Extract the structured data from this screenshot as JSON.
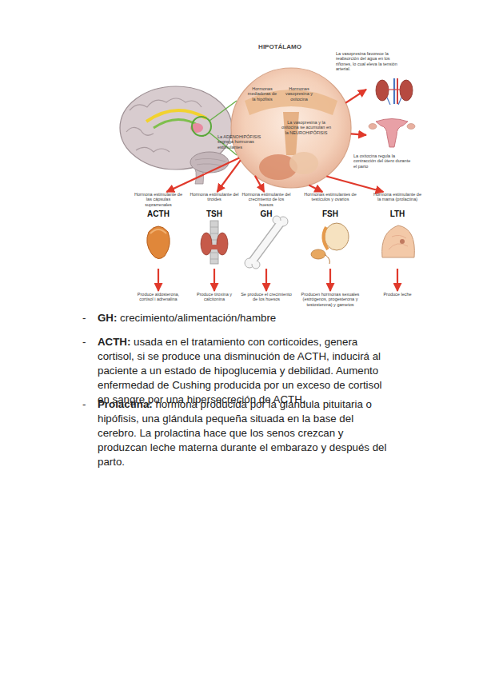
{
  "diagram": {
    "nodes": [
      {
        "text": [
          "HIPOTÁLAMO",
          "Hormonas mediadoras de la hipófisis",
          "Hormonas vasopresina y oxitocina",
          "La vasopresina y la oxitocina se acumulan en la NEUROHIPÓFISIS",
          "La ADENOHIPÓFISIS segrega hormonas estimulantes"
        ]
      },
      {
        "text": [
          "La vasopresina favorece la reabsorción del agua en los riñones, lo cual eleva la tensión arterial."
        ]
      },
      {
        "text": [
          "La oxitocina regula la contracción del útero durante el parto"
        ]
      },
      {
        "text": [
          "Hormona estimulante de las cápsulas suprarrenales",
          "ACTH"
        ]
      },
      {
        "text": [
          "Hormona estimulante del tiroides",
          "TSH"
        ]
      },
      {
        "text": [
          "Hormona estimulante del crecimiento de los huesos",
          "GH"
        ]
      },
      {
        "text": [
          "Hormonas estimulantes de testículos y ovarios",
          "FSH"
        ]
      },
      {
        "text": [
          "Hormona estimulante de la mama (prolactina)",
          "LTH"
        ]
      },
      {
        "text": [
          "Produce aldosterona, cortisol i adrenalina"
        ]
      },
      {
        "text": [
          "Produce tiroxina y calcitonina"
        ]
      },
      {
        "text": [
          "Se produce el crecimiento de los huesos"
        ]
      },
      {
        "text": [
          "Producen hormonas sexuales (estrógenos, progesterona y testosterona) y gametos"
        ]
      },
      {
        "text": [
          "Produce leche"
        ]
      }
    ],
    "edges": [
      {
        "from": 0,
        "to": 1,
        "arrow": "to"
      },
      {
        "from": 0,
        "to": 2,
        "arrow": "to"
      },
      {
        "from": 0,
        "to": 3,
        "arrow": "to"
      },
      {
        "from": 0,
        "to": 4,
        "arrow": "to"
      },
      {
        "from": 0,
        "to": 5,
        "arrow": "to"
      },
      {
        "from": 0,
        "to": 6,
        "arrow": "to"
      },
      {
        "from": 0,
        "to": 7,
        "arrow": "to"
      },
      {
        "from": 3,
        "to": 8,
        "arrow": "to"
      },
      {
        "from": 4,
        "to": 9,
        "arrow": "to"
      },
      {
        "from": 5,
        "to": 10,
        "arrow": "to"
      },
      {
        "from": 6,
        "to": 11,
        "arrow": "to"
      },
      {
        "from": 7,
        "to": 12,
        "arrow": "to"
      }
    ],
    "labels": [
      "-",
      "GH:",
      "crecimiento/alimentación/hambre",
      "-",
      "ACTH:",
      "usada en el tratamiento con corticoides, genera cortisol, si se produce una disminución de ACTH, inducirá al paciente a un estado de hipoglucemia y debilidad. Aumento enfermedad de Cushing producida por un exceso de cortisol en sangre por una hipersecreción de ACTH.",
      "-",
      "Prolactina:",
      "hormona producida por la glándula pituitaria o hipófisis, una glándula pequeña situada en la base del cerebro. La prolactina hace que los senos crezcan y produzcan leche materna durante el embarazo y después del parto."
    ]
  }
}
